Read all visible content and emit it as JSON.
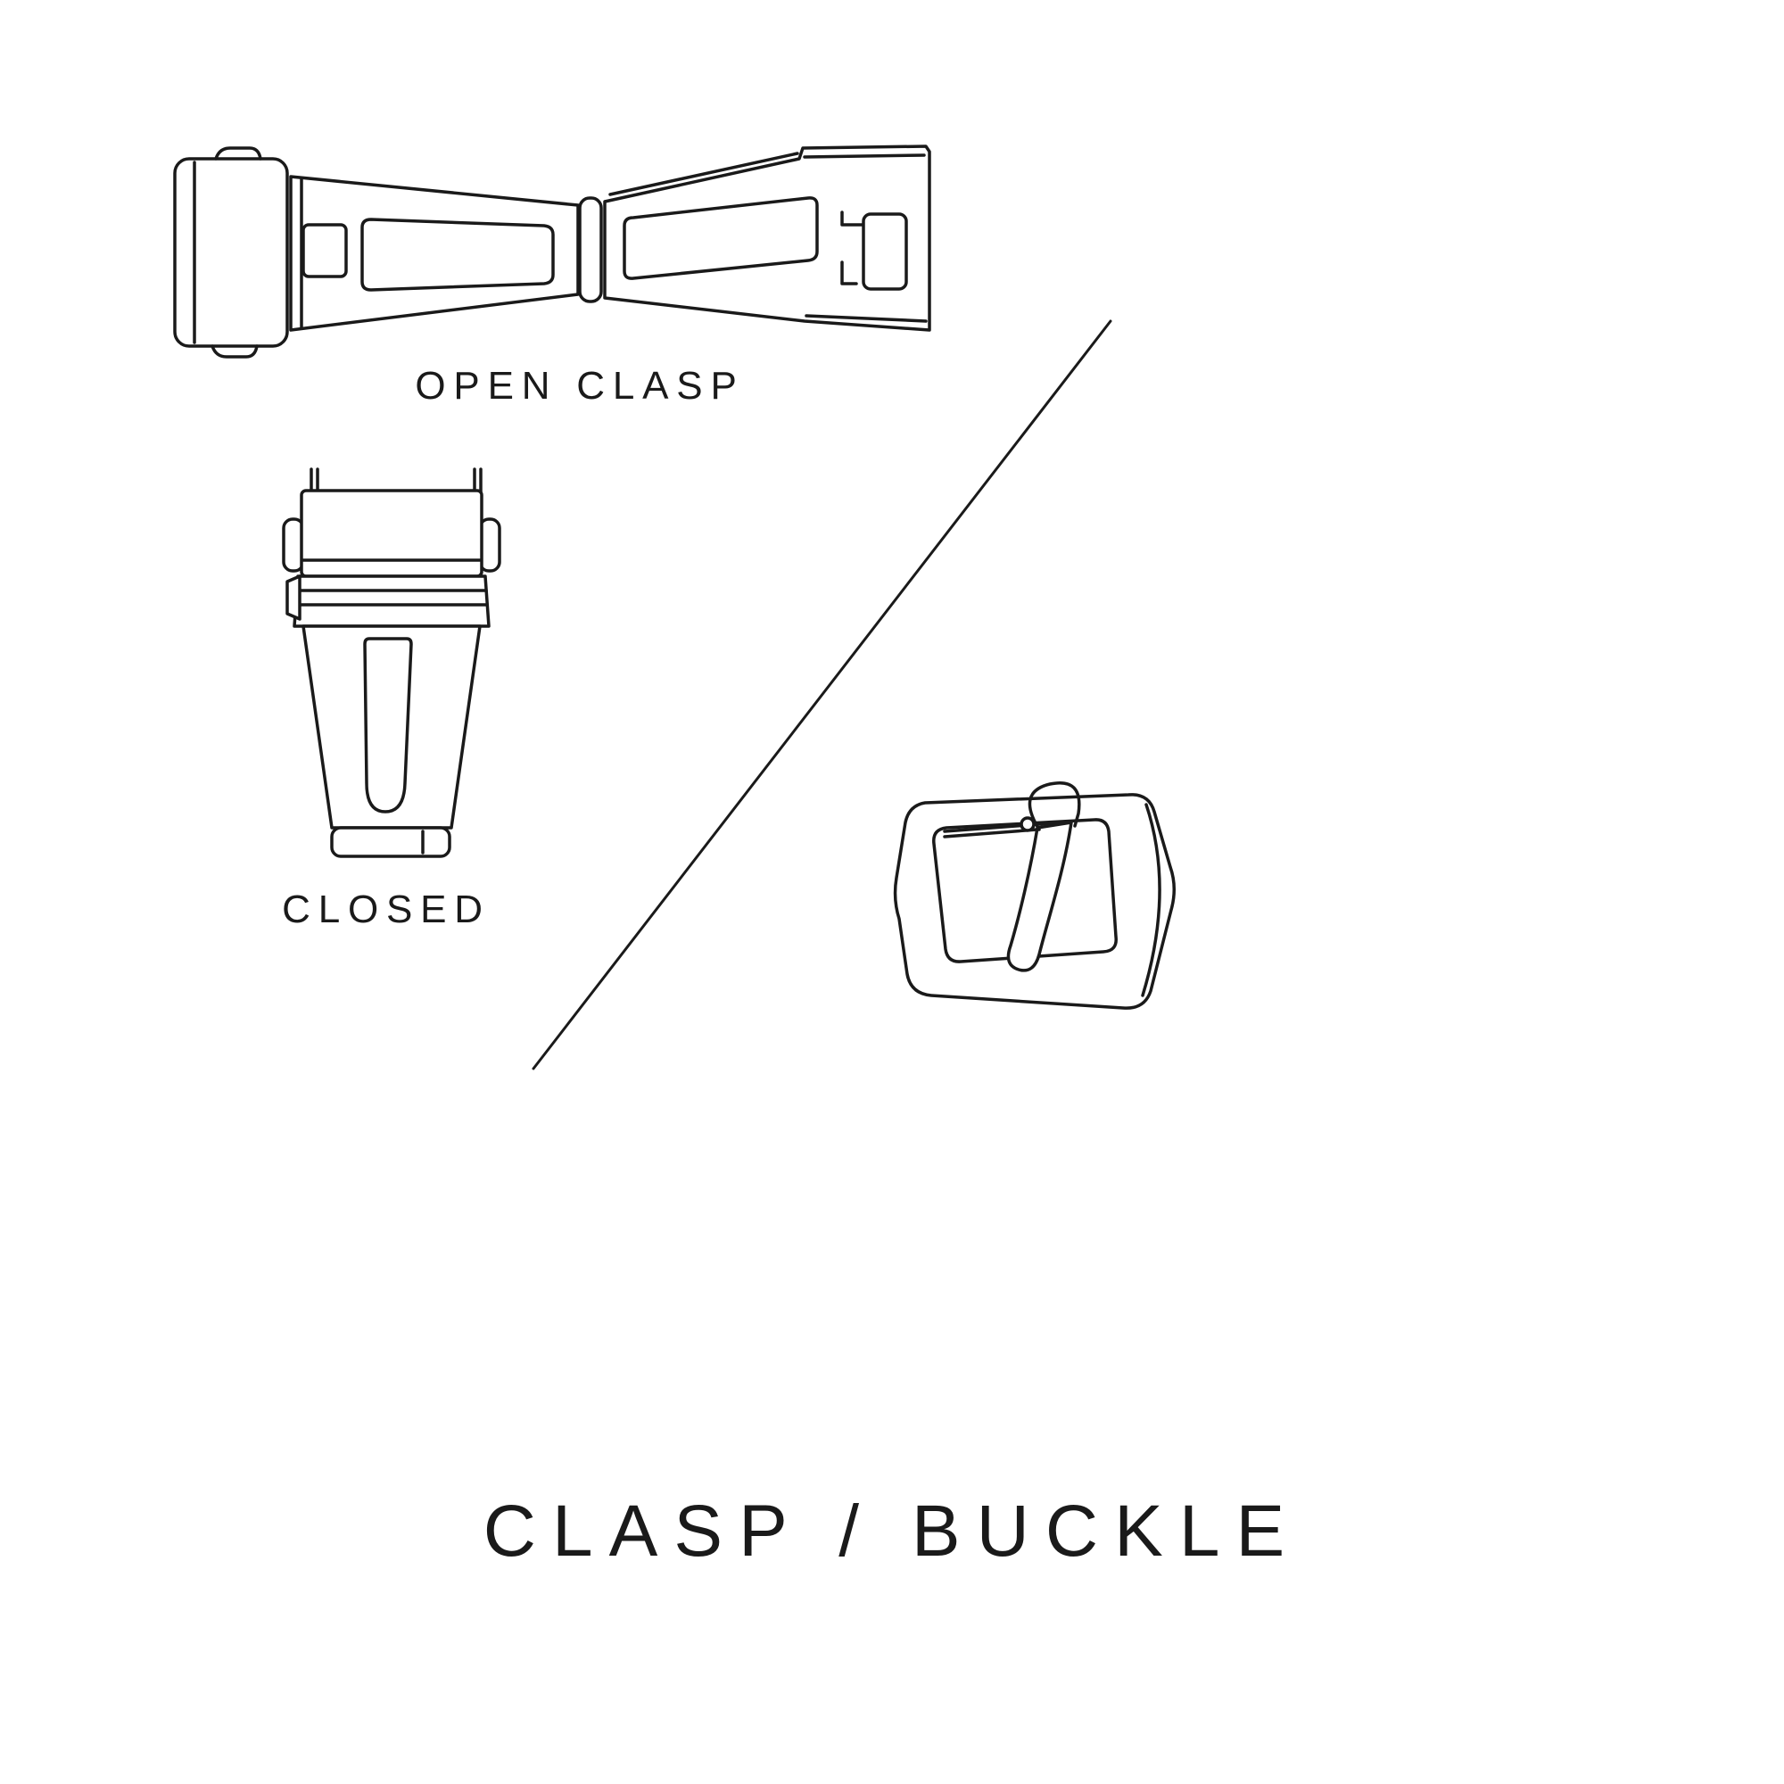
{
  "page": {
    "title": "CLASP / BUCKLE",
    "background_color": "#ffffff",
    "line_color": "#1a1a1a"
  },
  "labels": {
    "open_clasp": "OPEN CLASP",
    "closed": "CLOSED"
  },
  "illustrations": {
    "open_clasp_icon": "open-deployant-clasp-line-drawing",
    "closed_clasp_icon": "closed-deployant-clasp-line-drawing",
    "buckle_icon": "tang-buckle-line-drawing",
    "divider_icon": "diagonal-divider-line"
  }
}
